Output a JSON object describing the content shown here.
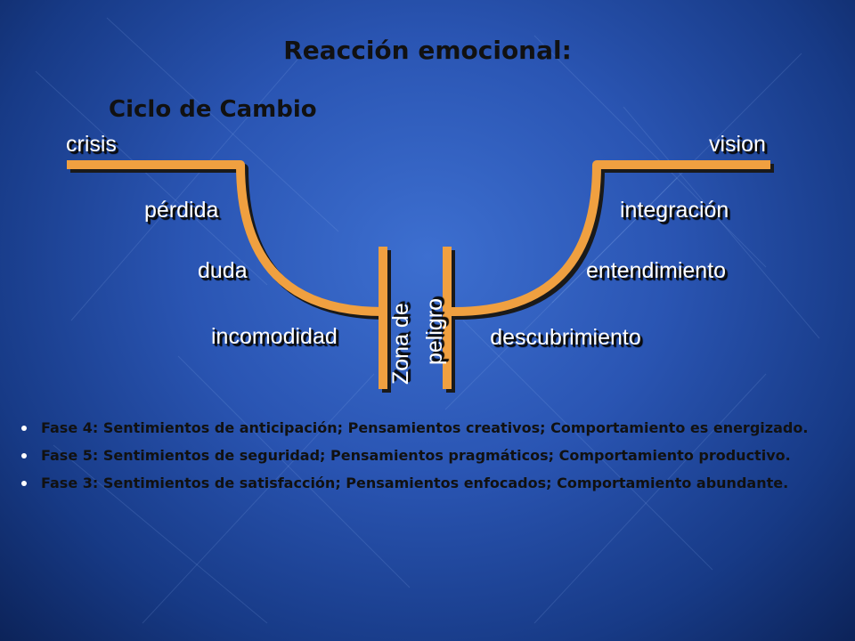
{
  "title": "Reacción emocional:",
  "subtitle": "Ciclo de Cambio",
  "diagram": {
    "labels": {
      "crisis": "crisis",
      "vision": "vision",
      "perdida": "pérdida",
      "integracion": "integración",
      "duda": "duda",
      "entendimiento": "entendimiento",
      "incomodidad": "incomodidad",
      "descubrimiento": "descubrimiento",
      "zona_line1": "Zona de",
      "zona_line2": "peligro"
    },
    "colors": {
      "curve": "#f0a040",
      "label": "#ffffff"
    }
  },
  "bullets": [
    "Fase 4: Sentimientos de anticipación; Pensamientos creativos; Comportamiento es energizado.",
    "Fase 5: Sentimientos de seguridad; Pensamientos pragmáticos; Comportamiento productivo.",
    "Fase 3: Sentimientos de satisfacción; Pensamientos enfocados; Comportamiento abundante."
  ]
}
